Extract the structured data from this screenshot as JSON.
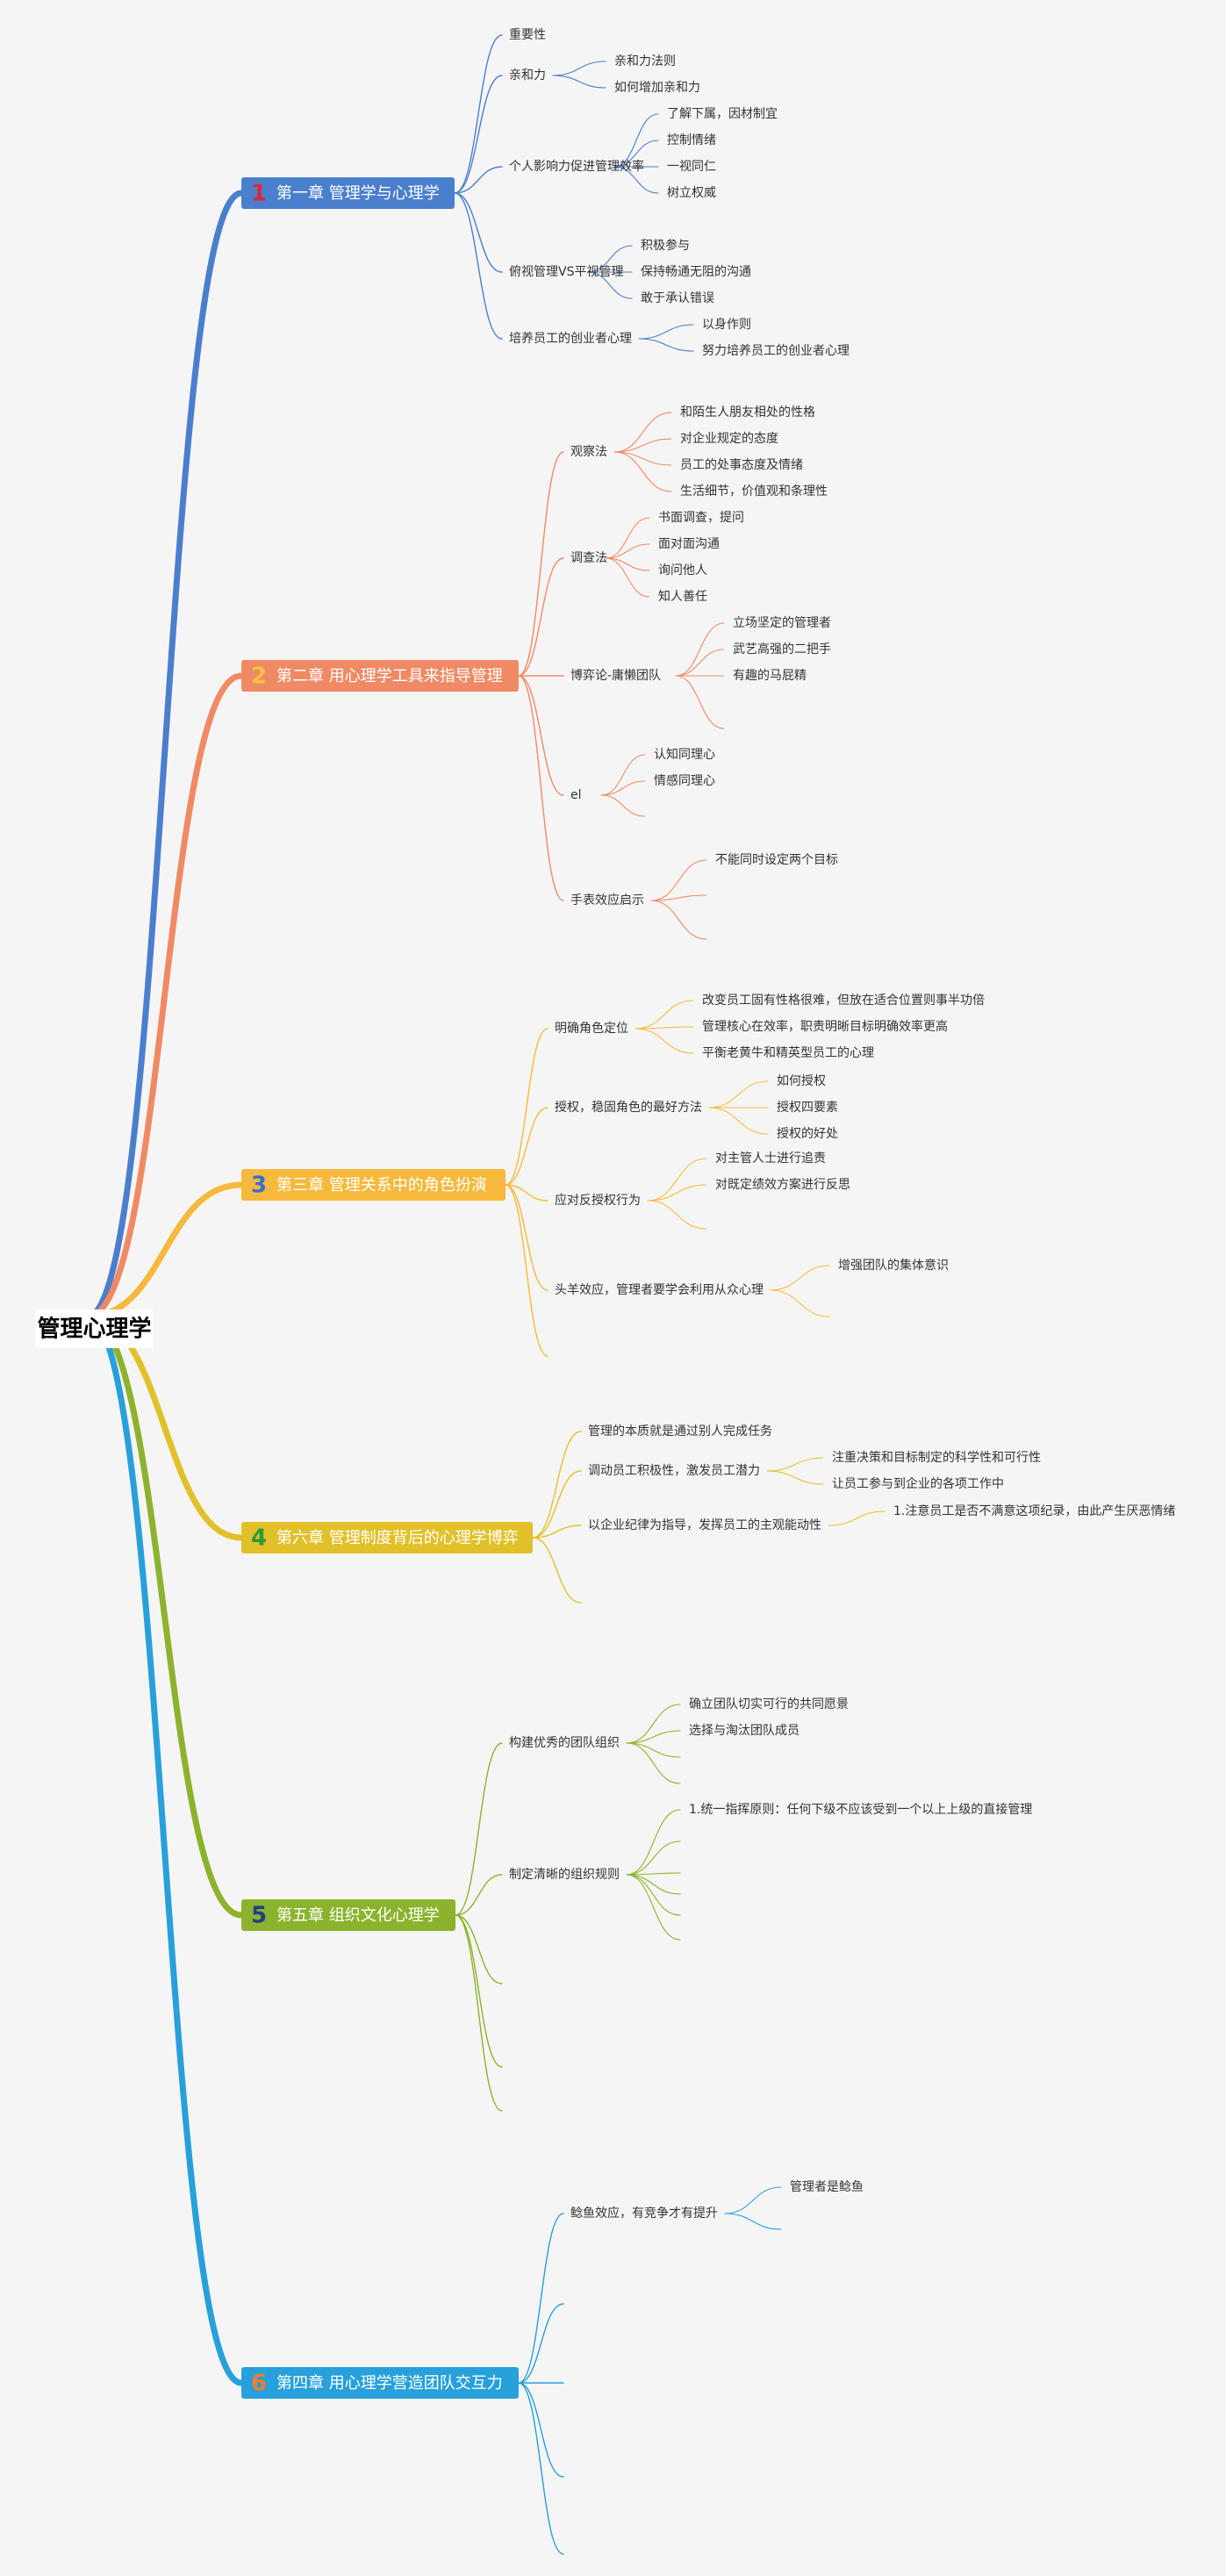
{
  "root": {
    "label": "管理心理学"
  },
  "chapters": [
    {
      "num": "1",
      "label": "第一章 管理学与心理学",
      "color": "#4a7fcd",
      "num_color": "#d8283a",
      "children": [
        {
          "label": "重要性",
          "children": []
        },
        {
          "label": "亲和力",
          "children": [
            {
              "label": "亲和力法则"
            },
            {
              "label": "如何增加亲和力"
            }
          ]
        },
        {
          "label": "个人影响力促进管理效率",
          "children": [
            {
              "label": "了解下属，因材制宜"
            },
            {
              "label": "控制情绪"
            },
            {
              "label": "一视同仁"
            },
            {
              "label": "树立权威"
            }
          ]
        },
        {
          "label": "俯视管理VS平视管理",
          "children": [
            {
              "label": "积极参与"
            },
            {
              "label": "保持畅通无阻的沟通"
            },
            {
              "label": "敢于承认错误"
            }
          ]
        },
        {
          "label": "培养员工的创业者心理",
          "children": [
            {
              "label": "以身作则"
            },
            {
              "label": "努力培养员工的创业者心理"
            }
          ]
        }
      ]
    },
    {
      "num": "2",
      "label": "第二章 用心理学工具来指导管理",
      "color": "#f08a64",
      "num_color": "#f7c23a",
      "children": [
        {
          "label": "观察法",
          "children": [
            {
              "label": "和陌生人朋友相处的性格"
            },
            {
              "label": "对企业规定的态度"
            },
            {
              "label": "员工的处事态度及情绪"
            },
            {
              "label": "生活细节，价值观和条理性"
            }
          ]
        },
        {
          "label": "调查法",
          "children": [
            {
              "label": "书面调查，提问"
            },
            {
              "label": "面对面沟通"
            },
            {
              "label": "询问他人"
            },
            {
              "label": "知人善任"
            }
          ]
        },
        {
          "label": "博弈论-庸懒团队",
          "children": [
            {
              "label": "立场坚定的管理者"
            },
            {
              "label": "武艺高强的二把手"
            },
            {
              "label": "有趣的马屁精"
            },
            {
              "label": ""
            }
          ]
        },
        {
          "label": "el",
          "children": [
            {
              "label": "认知同理心"
            },
            {
              "label": "情感同理心"
            },
            {
              "label": ""
            }
          ]
        },
        {
          "label": "手表效应启示",
          "children": [
            {
              "label": "不能同时设定两个目标"
            },
            {
              "label": ""
            },
            {
              "label": ""
            }
          ]
        }
      ]
    },
    {
      "num": "3",
      "label": "第三章 管理关系中的角色扮演",
      "color": "#f6b93b",
      "num_color": "#3a6fd0",
      "children": [
        {
          "label": "明确角色定位",
          "children": [
            {
              "label": "改变员工固有性格很难，但放在适合位置则事半功倍"
            },
            {
              "label": "管理核心在效率，职责明晰目标明确效率更高"
            },
            {
              "label": "平衡老黄牛和精英型员工的心理"
            }
          ]
        },
        {
          "label": "授权，稳固角色的最好方法",
          "children": [
            {
              "label": "如何授权"
            },
            {
              "label": "授权四要素"
            },
            {
              "label": "授权的好处"
            }
          ]
        },
        {
          "label": "应对反授权行为",
          "children": [
            {
              "label": "对主管人士进行追责"
            },
            {
              "label": "对既定绩效方案进行反思"
            },
            {
              "label": ""
            }
          ]
        },
        {
          "label": "头羊效应，管理者要学会利用从众心理",
          "children": [
            {
              "label": "增强团队的集体意识"
            },
            {
              "label": ""
            }
          ]
        },
        {
          "label": "",
          "children": []
        }
      ]
    },
    {
      "num": "4",
      "label": "第六章 管理制度背后的心理学博弈",
      "color": "#e2c02a",
      "num_color": "#2a9a3a",
      "children": [
        {
          "label": "管理的本质就是通过别人完成任务",
          "children": []
        },
        {
          "label": "调动员工积极性，激发员工潜力",
          "children": [
            {
              "label": "注重决策和目标制定的科学性和可行性"
            },
            {
              "label": "让员工参与到企业的各项工作中"
            }
          ]
        },
        {
          "label": "以企业纪律为指导，发挥员工的主观能动性",
          "children": [
            {
              "label": "1.注意员工是否不满意这项纪录，由此产生厌恶情绪"
            }
          ]
        },
        {
          "label": "",
          "children": []
        }
      ]
    },
    {
      "num": "5",
      "label": "第五章 组织文化心理学",
      "color": "#8cb32d",
      "num_color": "#1f3f88",
      "children": [
        {
          "label": "构建优秀的团队组织",
          "children": [
            {
              "label": "确立团队切实可行的共同愿景"
            },
            {
              "label": "选择与淘汰团队成员"
            },
            {
              "label": ""
            },
            {
              "label": ""
            }
          ]
        },
        {
          "label": "制定清晰的组织规则",
          "children": [
            {
              "label": "1.统一指挥原则：任何下级不应该受到一个以上上级的直接管理"
            },
            {
              "label": ""
            },
            {
              "label": ""
            },
            {
              "label": ""
            },
            {
              "label": ""
            },
            {
              "label": ""
            }
          ]
        },
        {
          "label": "",
          "children": []
        },
        {
          "label": "",
          "children": []
        },
        {
          "label": "",
          "children": []
        }
      ]
    },
    {
      "num": "6",
      "label": "第四章 用心理学营造团队交互力",
      "color": "#27a0dc",
      "num_color": "#ef7d31",
      "children": [
        {
          "label": "鲶鱼效应，有竞争才有提升",
          "children": [
            {
              "label": "管理者是鲶鱼"
            },
            {
              "label": ""
            }
          ]
        },
        {
          "label": "",
          "children": []
        },
        {
          "label": "",
          "children": []
        },
        {
          "label": "",
          "children": []
        },
        {
          "label": "",
          "children": []
        }
      ]
    }
  ]
}
